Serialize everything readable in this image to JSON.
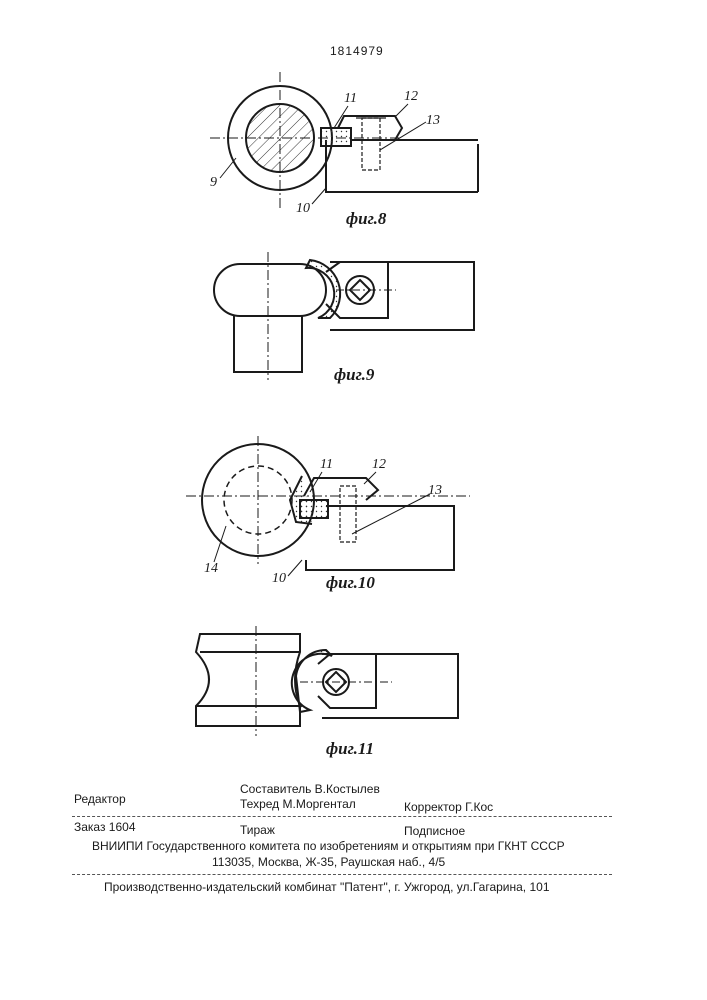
{
  "patent_number": "1814979",
  "figures": {
    "fig8": {
      "caption": "фиг.8",
      "labels": [
        "11",
        "12",
        "13",
        "9",
        "10"
      ]
    },
    "fig9": {
      "caption": "фиг.9"
    },
    "fig10": {
      "caption": "фиг.10",
      "labels": [
        "11",
        "12",
        "13",
        "14",
        "10"
      ]
    },
    "fig11": {
      "caption": "фиг.11"
    }
  },
  "imprint": {
    "editor": "Редактор",
    "compiler": "Составитель  В.Костылев",
    "techred": "Техред М.Моргентал",
    "corrector": "Корректор  Г.Кос",
    "order": "Заказ  1604",
    "circulation": "Тираж",
    "subscription": "Подписное",
    "org_line": "ВНИИПИ Государственного комитета по изобретениям и открытиям при ГКНТ СССР",
    "address_line": "113035, Москва, Ж-35, Раушская наб., 4/5",
    "publisher_line": "Производственно-издательский комбинат \"Патент\", г. Ужгород, ул.Гагарина, 101"
  }
}
